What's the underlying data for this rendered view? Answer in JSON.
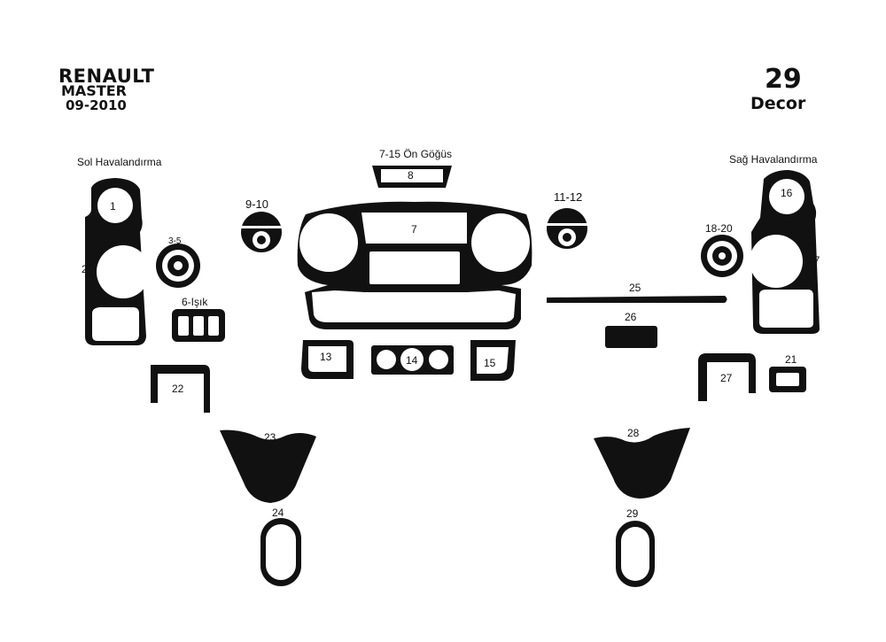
{
  "header": {
    "brand": "RENAULT",
    "model": "MASTER",
    "years": "09-2010",
    "piece_count": "29",
    "kit_type": "Decor"
  },
  "labels": {
    "sol_havalandirma": "Sol Havalandırma",
    "sag_havalandirma": "Sağ Havalandırma",
    "on_gogus": "7-15 Ön Göğüs",
    "isik": "6-Işık",
    "range_3_5": "3-5",
    "range_9_10": "9-10",
    "range_11_12": "11-12",
    "range_18_20": "18-20"
  },
  "pieces": {
    "p1": "1",
    "p2": "2",
    "p7": "7",
    "p8": "8",
    "p13": "13",
    "p14": "14",
    "p15": "15",
    "p16": "16",
    "p17": "17",
    "p21": "21",
    "p22": "22",
    "p23": "23",
    "p24": "24",
    "p25": "25",
    "p26": "26",
    "p27": "27",
    "p28": "28",
    "p29": "29"
  },
  "colors": {
    "piece": "#111111",
    "background": "#ffffff"
  }
}
